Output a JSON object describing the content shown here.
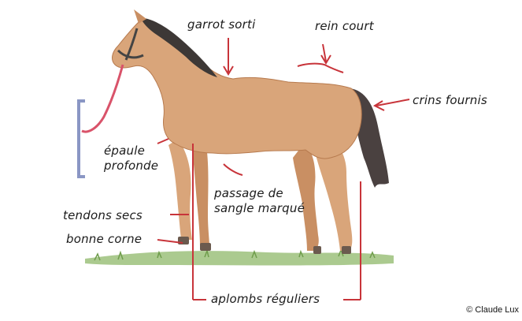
{
  "labels": {
    "garrot": "garrot sorti",
    "rein": "rein court",
    "crins": "crins fournis",
    "epaule_line1": "épaule",
    "epaule_line2": "profonde",
    "sangle_line1": "passage de",
    "sangle_line2": "sangle marqué",
    "tendons": "tendons secs",
    "corne": "bonne corne",
    "aplombs": "aplombs réguliers"
  },
  "credit": "© Claude Lux",
  "colors": {
    "coat": "#d9a57a",
    "coat_shade": "#c98f63",
    "mane": "#3d3836",
    "tail": "#4a4140",
    "hoof": "#6b5a4e",
    "grass": "#8fb86a",
    "arrow": "#c8343a",
    "lead": "#d9536a",
    "bracket": "#8a96c4"
  }
}
